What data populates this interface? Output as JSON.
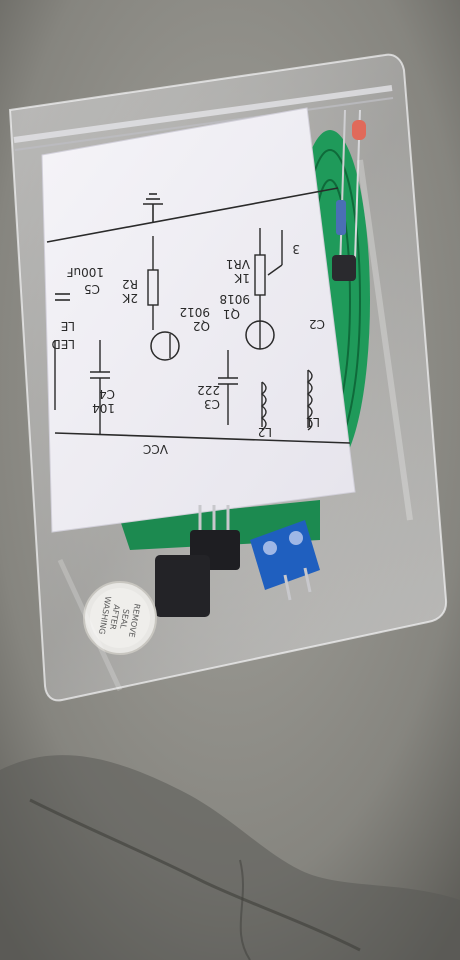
{
  "colors": {
    "ground": "#8c8b86",
    "ground_dark": "#4a4a45",
    "paper": "#f1f0f4",
    "pcb_green": "#1f9a5a",
    "terminal_blue": "#1f5fbf",
    "bag": "#dcdcdc",
    "ink": "#2a2a2a"
  },
  "schematic": {
    "labels": {
      "c5": "C5",
      "c5_value": "100uF",
      "led": "LED",
      "led_partial": "LE",
      "r2": "R2",
      "r2_value": "2K",
      "vr1": "VR1",
      "vr1_value": "1K",
      "pin3": "3",
      "q1": "Q1",
      "q1_part": "9018",
      "q2": "Q2",
      "q2_part": "9012",
      "c4": "C4",
      "c4_value": "104",
      "c3": "C3",
      "c3_value": "222",
      "c2_partial": "C2",
      "l1": "L1",
      "l2": "L2",
      "vcc": "VCC"
    }
  },
  "buzzer_sticker": {
    "line1": "REMOVE",
    "line2": "SEAL",
    "line3": "AFTER",
    "line4": "WASHING"
  }
}
